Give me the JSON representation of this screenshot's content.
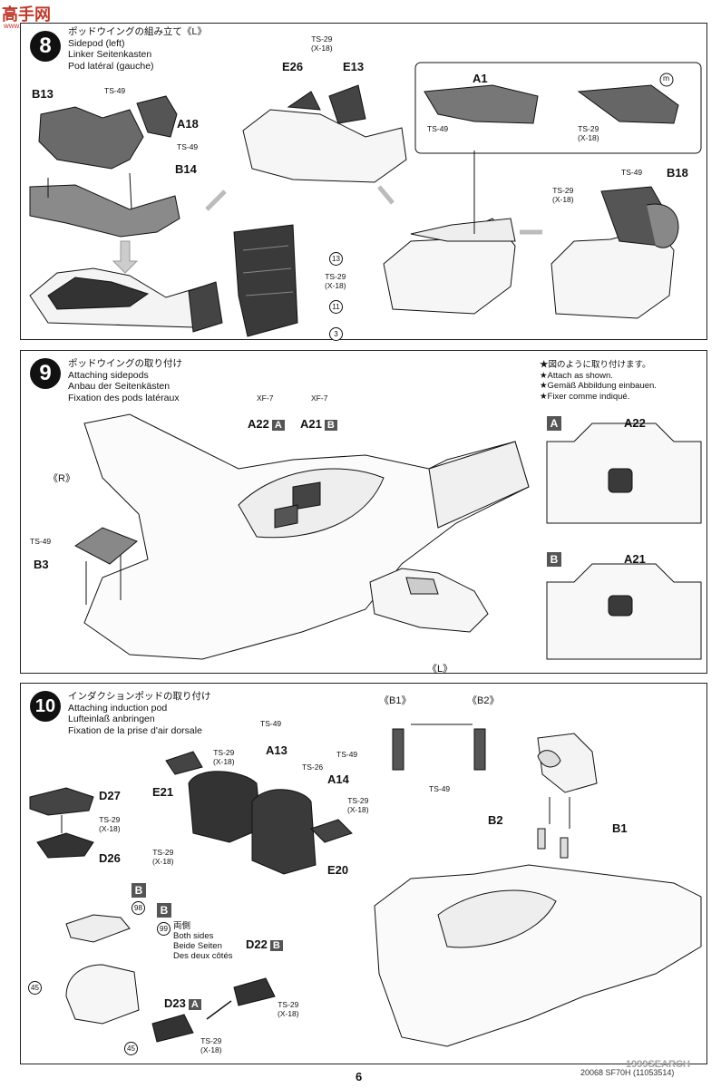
{
  "watermark": {
    "logo_text": "高手网",
    "url": "www.gaoshu.com"
  },
  "step8": {
    "number": "8",
    "title_jp": "ポッドウイングの組み立て《L》",
    "title_en": "Sidepod (left)",
    "title_de": "Linker Seitenkasten",
    "title_fr": "Pod latéral (gauche)",
    "labels": {
      "b13": "B13",
      "a18": "A18",
      "b14": "B14",
      "e26": "E26",
      "e13": "E13",
      "a1": "A1",
      "b18": "B18"
    },
    "screws": {
      "ts49": "TS-49",
      "ts29": "TS-29",
      "x18": "(X-18)"
    },
    "circle_m": "m",
    "refs": [
      "13",
      "11",
      "3"
    ]
  },
  "step9": {
    "number": "9",
    "title_jp": "ポッドウイングの取り付け",
    "title_en": "Attaching sidepods",
    "title_de": "Anbau der Seitenkästen",
    "title_fr": "Fixation des pods latéraux",
    "labels": {
      "r": "《R》",
      "l": "《L》",
      "xf7": "XF-7",
      "a22": "A22",
      "a21": "A21",
      "b3": "B3",
      "ts49": "TS-49",
      "box_a": "A",
      "box_b": "B"
    },
    "notes": [
      "★図のように取り付けます。",
      "★Attach as shown.",
      "★Gemäß Abbildung einbauen.",
      "★Fixer comme indiqué."
    ]
  },
  "step10": {
    "number": "10",
    "title_jp": "インダクションポッドの取り付け",
    "title_en": "Attaching induction pod",
    "title_de": "Lufteinlaß anbringen",
    "title_fr": "Fixation de la prise d'air dorsale",
    "labels": {
      "d27": "D27",
      "d26": "D26",
      "e21": "E21",
      "a13": "A13",
      "a14": "A14",
      "e20": "E20",
      "b1_ref": "《B1》",
      "b2_ref": "《B2》",
      "b1": "B1",
      "b2": "B2",
      "d22": "D22",
      "d23": "D23",
      "box_a": "A",
      "box_b": "B"
    },
    "screws": {
      "ts49": "TS-49",
      "ts29": "TS-29",
      "ts26": "TS-26",
      "x18": "(X-18)"
    },
    "both_sides": [
      "両側",
      "Both sides",
      "Beide Seiten",
      "Des deux côtés"
    ],
    "refs": [
      "98",
      "99",
      "45",
      "45"
    ]
  },
  "page_number": "6",
  "footer": {
    "code": "20068 SF70H (11053514)",
    "brand": "1999SEARCH"
  }
}
